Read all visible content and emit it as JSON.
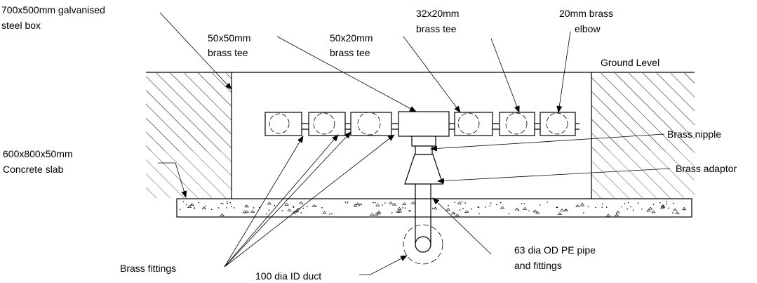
{
  "labels": {
    "steel_box": [
      "700x500mm galvanised",
      "steel box"
    ],
    "tee_50x50": [
      "50x50mm",
      "brass tee"
    ],
    "tee_50x20": [
      "50x20mm",
      "brass tee"
    ],
    "tee_32x20": [
      "32x20mm",
      "brass tee"
    ],
    "elbow_20": [
      "20mm brass",
      "elbow"
    ],
    "ground_level": "Ground Level",
    "concrete_slab": [
      "600x800x50mm",
      "Concrete slab"
    ],
    "brass_nipple": "Brass nipple",
    "brass_adaptor": "Brass adaptor",
    "pe_pipe": [
      "63 dia OD PE pipe",
      "and fittings"
    ],
    "brass_fittings": "Brass fittings",
    "duct": "100 dia ID duct"
  },
  "colors": {
    "line": "#000000",
    "background": "#ffffff"
  }
}
